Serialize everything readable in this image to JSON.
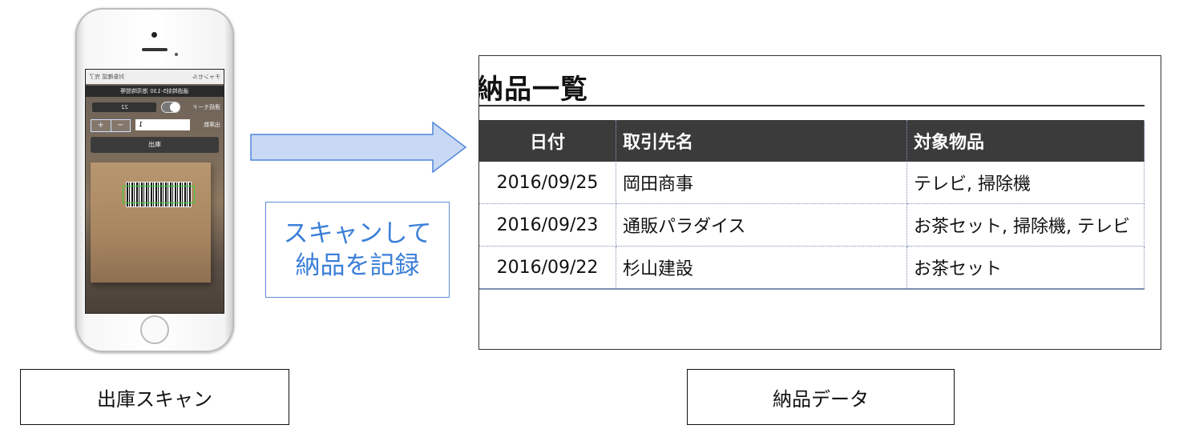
{
  "phone": {
    "app_title": "チャンセル",
    "nav_right": "対象確認 完了",
    "caption": "通過時刻5-130 港湾時間等",
    "toggle_label": "連続モード",
    "badge": "22",
    "qty_label": "出庫数",
    "qty_value": "1",
    "stepper_plus": "+",
    "stepper_minus": "−",
    "ship_button": "出庫"
  },
  "callout": {
    "line1": "スキャンして",
    "line2": "納品を記録"
  },
  "labels": {
    "left": "出庫スキャン",
    "right": "納品データ"
  },
  "panel": {
    "title": "納品一覧",
    "columns": [
      "日付",
      "取引先名",
      "対象物品"
    ],
    "rows": [
      {
        "date": "2016/09/25",
        "client": "岡田商事",
        "items": "テレビ, 掃除機"
      },
      {
        "date": "2016/09/23",
        "client": "通販パラダイス",
        "items": "お茶セット, 掃除機, テレビ"
      },
      {
        "date": "2016/09/22",
        "client": "杉山建設",
        "items": "お茶セット"
      }
    ]
  },
  "colors": {
    "accent_blue": "#3b7fd8",
    "arrow_fill": "#c9d9f5",
    "header_bg": "#3b3b3b"
  }
}
